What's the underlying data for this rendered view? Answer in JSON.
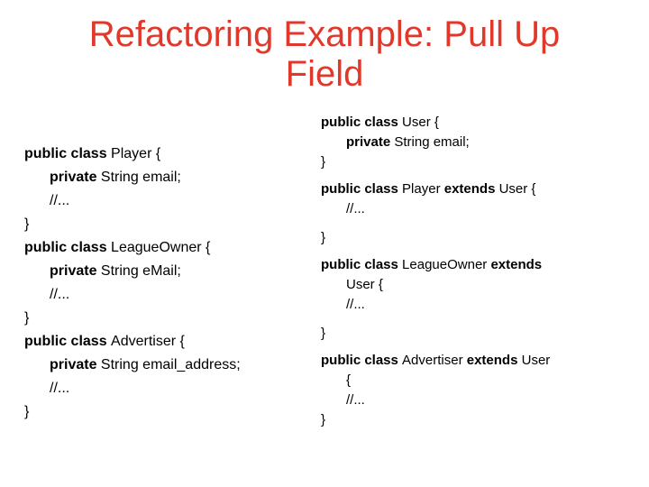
{
  "slide": {
    "title_lines": [
      "Refactoring Example: Pull Up",
      "Field"
    ],
    "title_color": "#e0392b",
    "background_color": "#ffffff",
    "text_color": "#000000"
  },
  "left_code": {
    "blocks": [
      {
        "lines": [
          {
            "indent": 0,
            "segments": [
              {
                "text": "public class ",
                "bold": true
              },
              {
                "text": "Player {",
                "bold": false
              }
            ]
          },
          {
            "indent": 1,
            "segments": [
              {
                "text": "private ",
                "bold": true
              },
              {
                "text": "String email;",
                "bold": false
              }
            ]
          },
          {
            "indent": 1,
            "segments": [
              {
                "text": "//...",
                "bold": false
              }
            ]
          },
          {
            "indent": 0,
            "segments": [
              {
                "text": "}",
                "bold": false
              }
            ]
          },
          {
            "indent": 0,
            "segments": [
              {
                "text": "public class ",
                "bold": true
              },
              {
                "text": "LeagueOwner {",
                "bold": false
              }
            ]
          },
          {
            "indent": 1,
            "segments": [
              {
                "text": "private ",
                "bold": true
              },
              {
                "text": "String eMail;",
                "bold": false
              }
            ]
          },
          {
            "indent": 1,
            "segments": [
              {
                "text": "//...",
                "bold": false
              }
            ]
          },
          {
            "indent": 0,
            "segments": [
              {
                "text": "}",
                "bold": false
              }
            ]
          },
          {
            "indent": 0,
            "segments": [
              {
                "text": "public class ",
                "bold": true
              },
              {
                "text": "Advertiser {",
                "bold": false
              }
            ]
          },
          {
            "indent": 1,
            "segments": [
              {
                "text": "private ",
                "bold": true
              },
              {
                "text": "String email_address;",
                "bold": false
              }
            ]
          },
          {
            "indent": 1,
            "segments": [
              {
                "text": "//...",
                "bold": false
              }
            ]
          },
          {
            "indent": 0,
            "segments": [
              {
                "text": "}",
                "bold": false
              }
            ]
          }
        ]
      }
    ]
  },
  "right_code": {
    "blocks": [
      {
        "lines": [
          {
            "indent": 0,
            "segments": [
              {
                "text": "public class ",
                "bold": true
              },
              {
                "text": "User {",
                "bold": false
              }
            ]
          },
          {
            "indent": 1,
            "segments": [
              {
                "text": "private ",
                "bold": true
              },
              {
                "text": "String email;",
                "bold": false
              }
            ]
          },
          {
            "indent": 0,
            "segments": [
              {
                "text": "}",
                "bold": false
              }
            ]
          }
        ]
      },
      {
        "lines": [
          {
            "indent": 0,
            "segments": [
              {
                "text": "public class ",
                "bold": true
              },
              {
                "text": "Player ",
                "bold": false
              },
              {
                "text": "extends ",
                "bold": true
              },
              {
                "text": "User {",
                "bold": false
              }
            ]
          },
          {
            "indent": 1,
            "segments": [
              {
                "text": "//...",
                "bold": false
              }
            ]
          },
          {
            "indent": 0,
            "gap_before": true,
            "segments": [
              {
                "text": "}",
                "bold": false
              }
            ]
          }
        ]
      },
      {
        "lines": [
          {
            "indent": 0,
            "segments": [
              {
                "text": "public class ",
                "bold": true
              },
              {
                "text": "LeagueOwner ",
                "bold": false
              },
              {
                "text": "extends",
                "bold": true
              }
            ]
          },
          {
            "indent": 1,
            "segments": [
              {
                "text": "User {",
                "bold": false
              }
            ]
          },
          {
            "indent": 1,
            "segments": [
              {
                "text": "//...",
                "bold": false
              }
            ]
          },
          {
            "indent": 0,
            "gap_before": true,
            "segments": [
              {
                "text": "}",
                "bold": false
              }
            ]
          }
        ]
      },
      {
        "lines": [
          {
            "indent": 0,
            "segments": [
              {
                "text": "public class ",
                "bold": true
              },
              {
                "text": "Advertiser ",
                "bold": false
              },
              {
                "text": "extends ",
                "bold": true
              },
              {
                "text": "User",
                "bold": false
              }
            ]
          },
          {
            "indent": 1,
            "segments": [
              {
                "text": "{",
                "bold": false
              }
            ]
          },
          {
            "indent": 1,
            "segments": [
              {
                "text": "//...",
                "bold": false
              }
            ]
          },
          {
            "indent": 0,
            "segments": [
              {
                "text": "}",
                "bold": false
              }
            ]
          }
        ]
      }
    ]
  }
}
